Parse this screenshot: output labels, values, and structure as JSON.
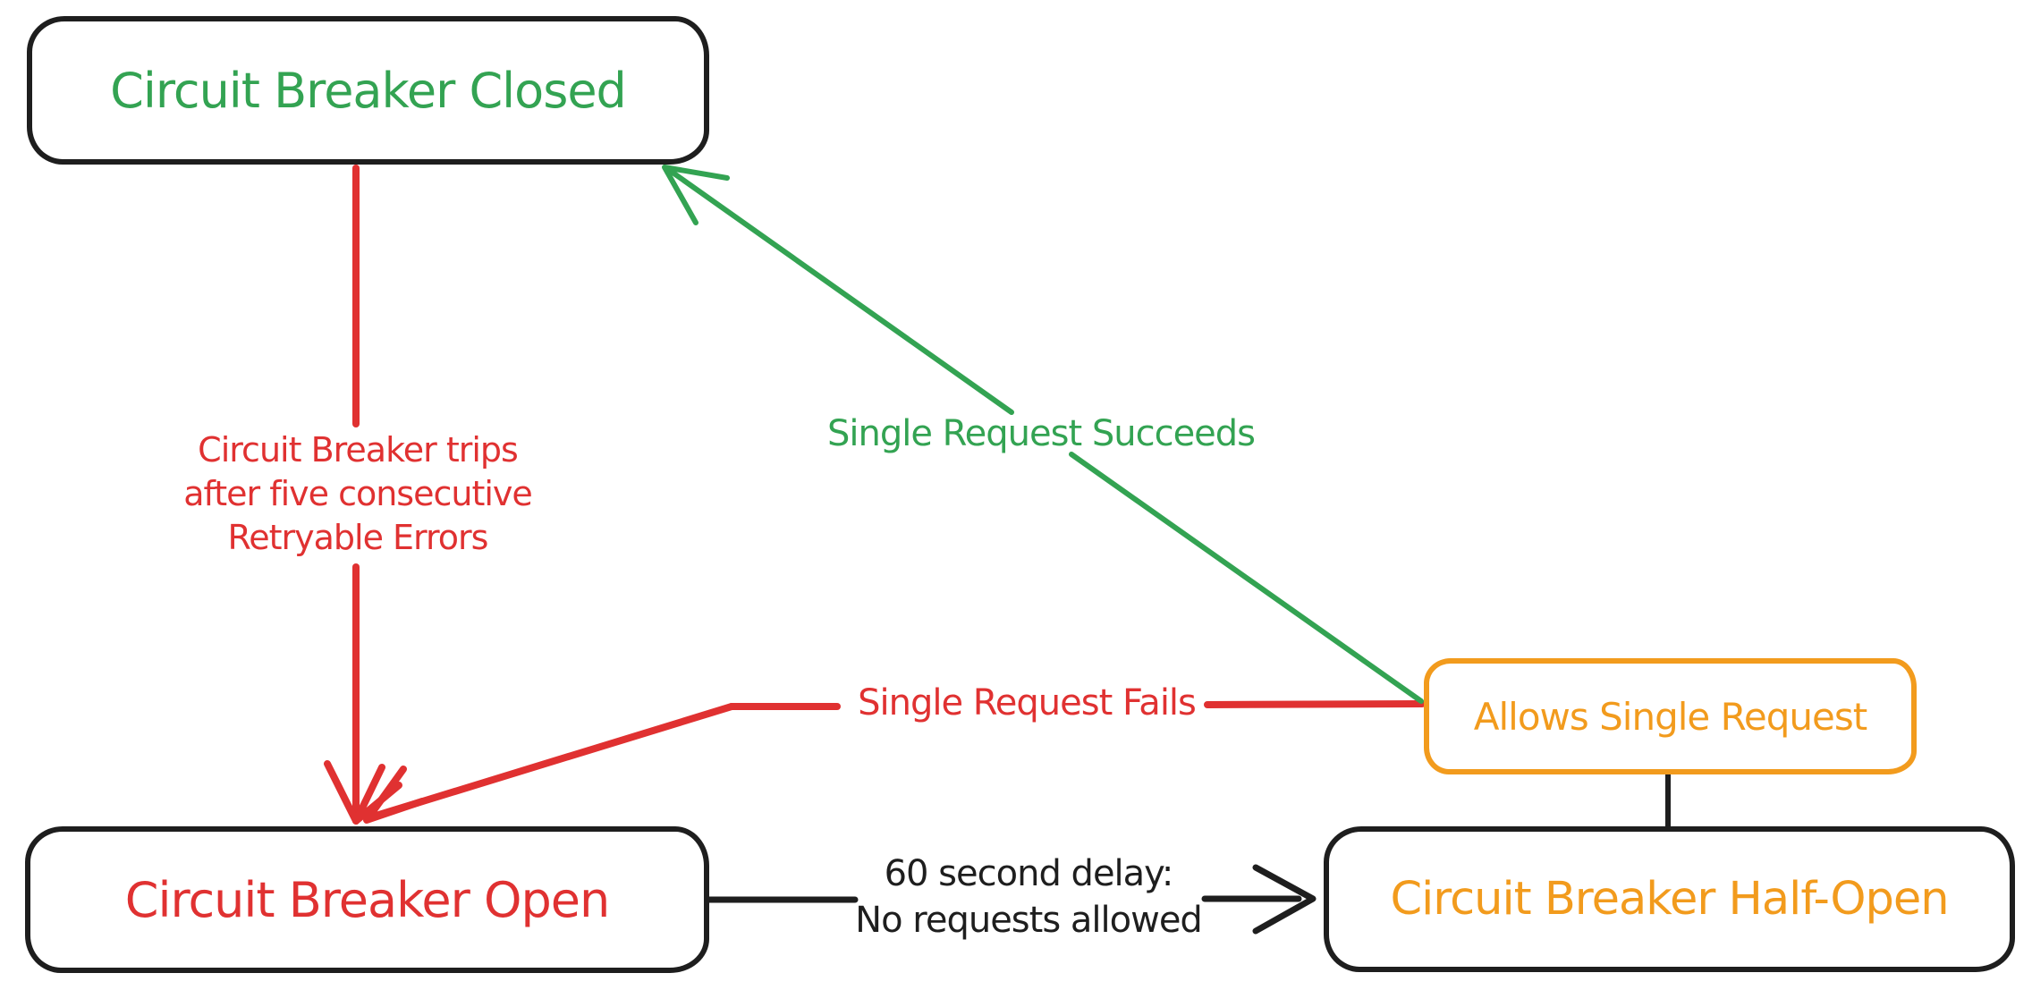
{
  "diagram": {
    "kind": "state-diagram",
    "subject": "Circuit Breaker"
  },
  "colors": {
    "green": "#33a352",
    "red": "#e03131",
    "orange": "#f29b1d",
    "ink": "#1e1e1e",
    "background": "#ffffff"
  },
  "states": {
    "closed": {
      "label": "Circuit Breaker Closed"
    },
    "open": {
      "label": "Circuit Breaker Open"
    },
    "half_open": {
      "label": "Circuit Breaker Half-Open"
    },
    "allows_single": {
      "label": "Allows Single Request"
    }
  },
  "transitions": {
    "trip": {
      "from": "closed",
      "to": "open",
      "label_lines": [
        "Circuit Breaker trips",
        "after five consecutive",
        "Retryable Errors"
      ]
    },
    "single_success": {
      "from": "allows_single",
      "to": "closed",
      "label": "Single Request Succeeds"
    },
    "single_fail": {
      "from": "allows_single",
      "to": "open",
      "label": "Single Request Fails"
    },
    "delay": {
      "from": "open",
      "to": "half_open",
      "label_lines": [
        "60 second delay:",
        "No requests allowed"
      ]
    },
    "half_open_probe": {
      "from": "half_open",
      "to": "allows_single"
    }
  }
}
